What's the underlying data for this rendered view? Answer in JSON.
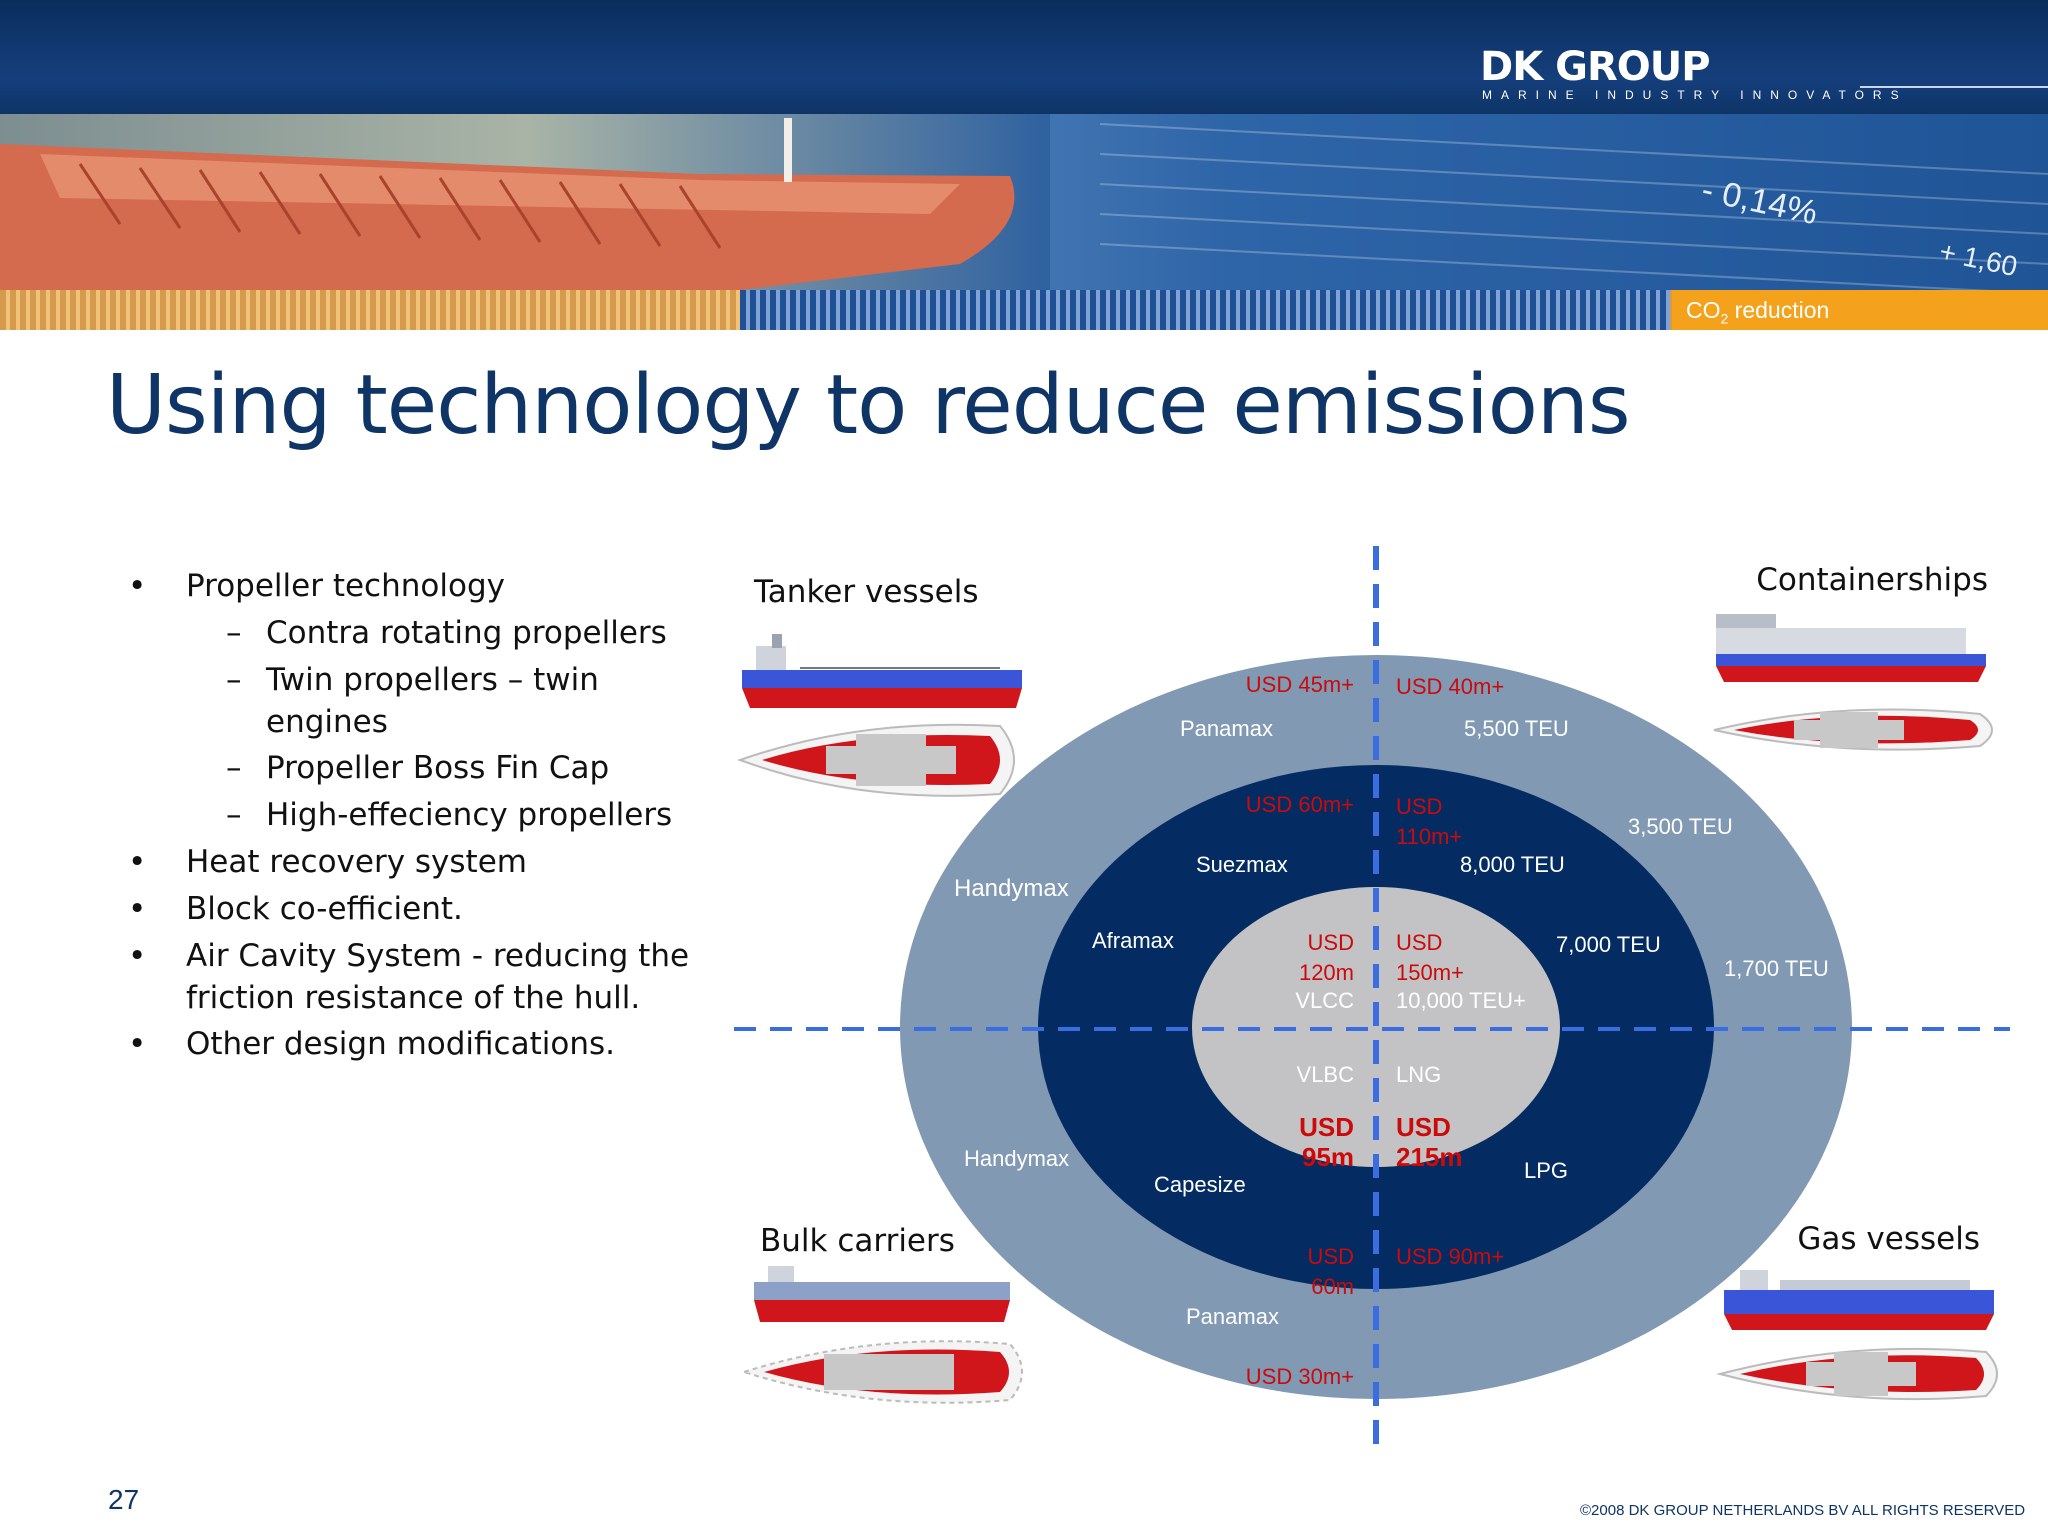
{
  "header": {
    "logo_title": "DK GROUP",
    "logo_subtitle": "MARINE INDUSTRY INNOVATORS",
    "banner_numbers": [
      "- 0,14%",
      "+ 1,60"
    ],
    "section_tab_prefix": "CO",
    "section_tab_sub": "2",
    "section_tab_suffix": " reduction"
  },
  "slide": {
    "title": "Using technology to reduce emissions",
    "page_number": "27",
    "copyright": "©2008 DK GROUP NETHERLANDS BV  ALL RIGHTS RESERVED"
  },
  "bullets": [
    {
      "level": 1,
      "marker": "•",
      "text": "Propeller technology"
    },
    {
      "level": 2,
      "marker": "–",
      "text": "Contra rotating propellers"
    },
    {
      "level": 2,
      "marker": "–",
      "text": "Twin propellers – twin engines"
    },
    {
      "level": 2,
      "marker": "–",
      "text": "Propeller Boss Fin Cap"
    },
    {
      "level": 2,
      "marker": "–",
      "text": "High-effeciency propellers"
    },
    {
      "level": 1,
      "marker": "•",
      "text": "Heat recovery system"
    },
    {
      "level": 1,
      "marker": "•",
      "text": "Block co-efficient."
    },
    {
      "level": 1,
      "marker": "•",
      "text": "Air Cavity System - reducing the friction resistance of the hull."
    },
    {
      "level": 1,
      "marker": "•",
      "text": "Other design modifications."
    }
  ],
  "diagram": {
    "categories": {
      "tanker": "Tanker vessels",
      "container": "Containerships",
      "bulk": "Bulk carriers",
      "gas": "Gas vessels"
    },
    "ring_labels": {
      "outer_tl_price": "USD 45m+",
      "outer_tl_name": "Panamax",
      "outer_tr_price": "USD 40m+",
      "outer_tr_name": "5,500 TEU",
      "outer_handymax_top": "Handymax",
      "outer_teu_1700": "1,700 TEU",
      "outer_teu_3500": "3,500 TEU",
      "outer_handymax_bottom": "Handymax",
      "outer_bl_name": "Panamax",
      "outer_bl_price": "USD 30m+",
      "mid_tl_price": "USD 60m+",
      "mid_tl_name": "Suezmax",
      "mid_tl_name2": "Aframax",
      "mid_tr_price_1": "USD",
      "mid_tr_price_2": "110m+",
      "mid_tr_name": "8,000 TEU",
      "mid_tr_name2": "7,000 TEU",
      "mid_bl_name": "Capesize",
      "mid_bl_price_1": "USD",
      "mid_bl_price_2": "60m",
      "mid_br_name": "LPG",
      "mid_br_price": "USD 90m+",
      "inner_tl_price_1": "USD",
      "inner_tl_price_2": "120m",
      "inner_tl_name": "VLCC",
      "inner_tr_price_1": "USD",
      "inner_tr_price_2": "150m+",
      "inner_tr_name": "10,000 TEU+",
      "inner_bl_name": "VLBC",
      "inner_bl_price_1": "USD",
      "inner_bl_price_2": "95m",
      "inner_br_name": "LNG",
      "inner_br_price_1": "USD",
      "inner_br_price_2": "215m"
    },
    "colors": {
      "outer_ring": "#8199b3",
      "middle_ring": "#042c62",
      "inner_core": "#c3c3c5",
      "axis": "#3a6de0",
      "price_text": "#cc0a0a",
      "hull_red": "#d0161b",
      "hull_blue": "#3a55d8",
      "title_blue": "#0f3466"
    }
  }
}
